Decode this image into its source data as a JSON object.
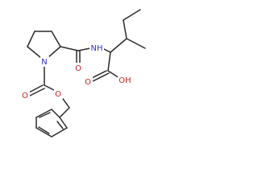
{
  "molecule": {
    "atom_labels": {
      "ring_n": "N",
      "carbamate_o_top": "O",
      "carbamate_o_bottom": "O",
      "amide_o": "O",
      "amide_nh": "NH",
      "acid_o": "O",
      "acid_oh": "OH"
    },
    "colors": {
      "bond": "#2b2b2b",
      "nitrogen": "#3333cc",
      "oxygen": "#cc2222"
    }
  }
}
